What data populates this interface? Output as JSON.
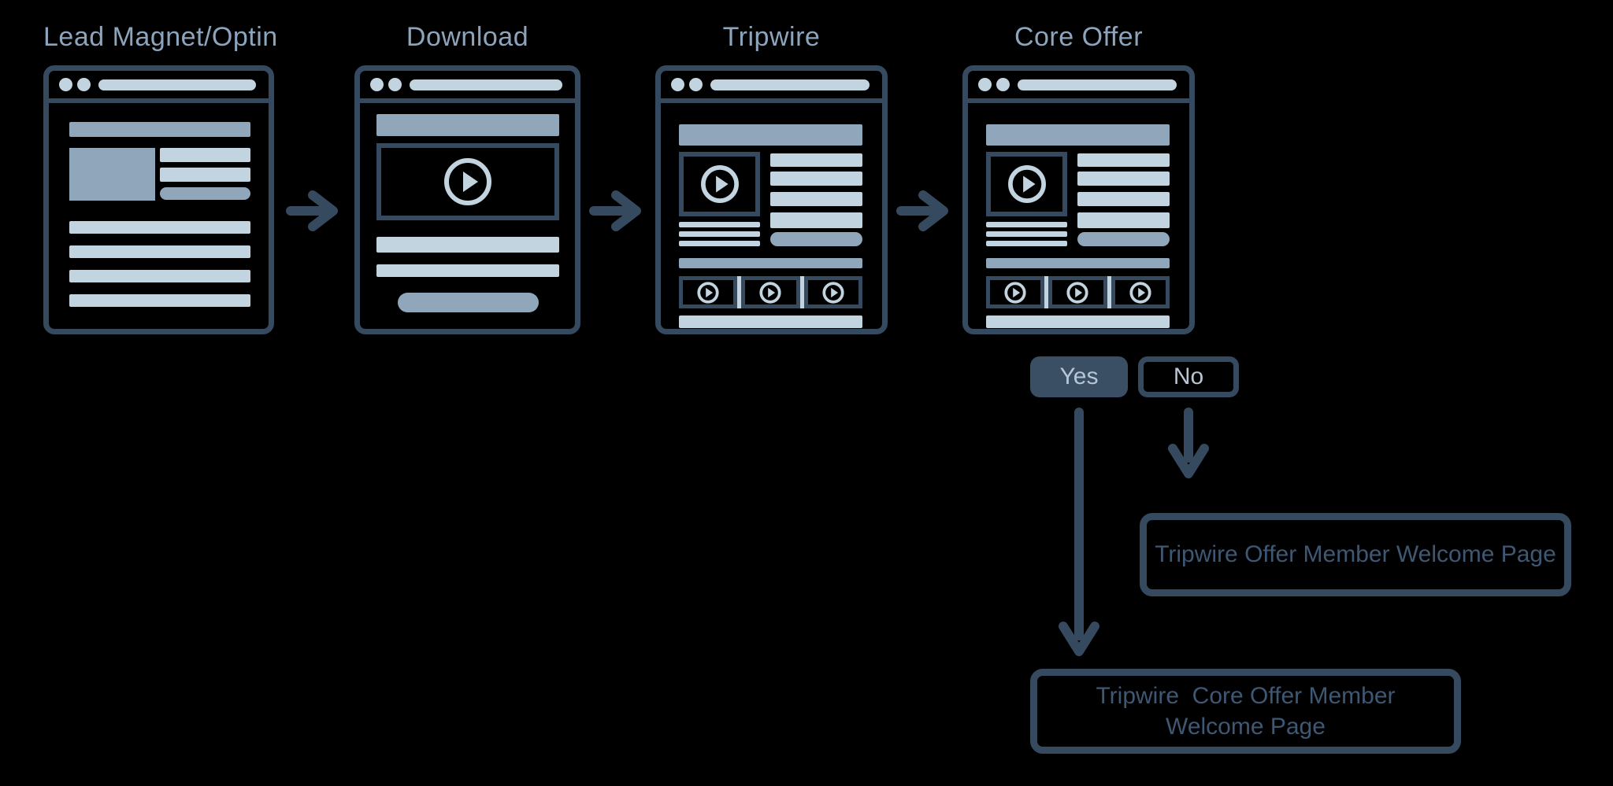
{
  "diagram": {
    "stages": [
      {
        "label": "Lead Magnet/Optin"
      },
      {
        "label": "Download"
      },
      {
        "label": "Tripwire"
      },
      {
        "label": "Core Offer"
      }
    ],
    "decision": {
      "yes_label": "Yes",
      "no_label": "No"
    },
    "outcomes": [
      {
        "branch": "No",
        "label": "Tripwire Offer Member Welcome Page"
      },
      {
        "branch": "Yes",
        "lines": [
          "Tripwire  Core Offer Member",
          "Welcome Page"
        ]
      }
    ],
    "icons": {
      "play": "play-icon",
      "flow": "arrow-right-icon",
      "branch": "arrow-down-icon"
    },
    "colors": {
      "background": "#000000",
      "outline": "#35495F",
      "light": "#C3D4E1",
      "medium": "#8FA6BB",
      "title_text": "#8CA5BC",
      "button_text": "#B6C6D6",
      "yes_fill": "#3A4F64",
      "outcome_text": "#3E5874"
    }
  }
}
